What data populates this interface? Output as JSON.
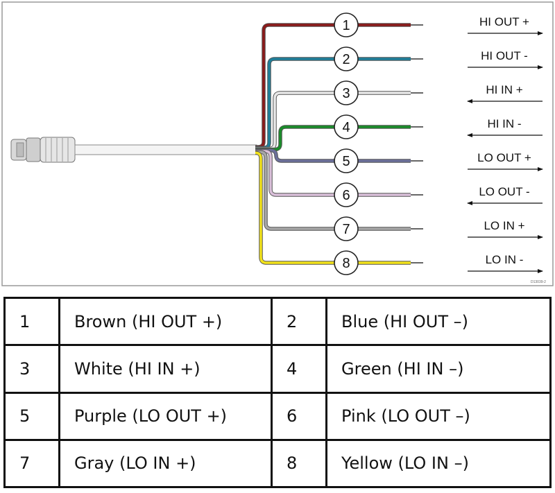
{
  "diagram": {
    "wires": [
      {
        "num": "1",
        "signal": "HI OUT +",
        "direction": "out",
        "color": "#8b1a1a"
      },
      {
        "num": "2",
        "signal": "HI OUT -",
        "direction": "out",
        "color": "#1f7f9a"
      },
      {
        "num": "3",
        "signal": "HI IN +",
        "direction": "in",
        "color": "#e8e8e8"
      },
      {
        "num": "4",
        "signal": "HI IN -",
        "direction": "in",
        "color": "#1a8c2a"
      },
      {
        "num": "5",
        "signal": "LO OUT +",
        "direction": "out",
        "color": "#6b6f9a"
      },
      {
        "num": "6",
        "signal": "LO OUT -",
        "direction": "in",
        "color": "#d9bfd9"
      },
      {
        "num": "7",
        "signal": "LO IN +",
        "direction": "out",
        "color": "#a6a6a6"
      },
      {
        "num": "8",
        "signal": "LO IN -",
        "direction": "out",
        "color": "#f2e21a"
      }
    ],
    "part_code": "D13039-2"
  },
  "legend": {
    "rows": [
      [
        {
          "num": "1",
          "desc": "Brown (HI OUT +)"
        },
        {
          "num": "2",
          "desc": "Blue (HI OUT –)"
        }
      ],
      [
        {
          "num": "3",
          "desc": "White (HI IN +)"
        },
        {
          "num": "4",
          "desc": "Green (HI IN –)"
        }
      ],
      [
        {
          "num": "5",
          "desc": "Purple (LO OUT +)"
        },
        {
          "num": "6",
          "desc": "Pink (LO OUT –)"
        }
      ],
      [
        {
          "num": "7",
          "desc": "Gray (LO IN +)"
        },
        {
          "num": "8",
          "desc": "Yellow (LO IN –)"
        }
      ]
    ]
  }
}
